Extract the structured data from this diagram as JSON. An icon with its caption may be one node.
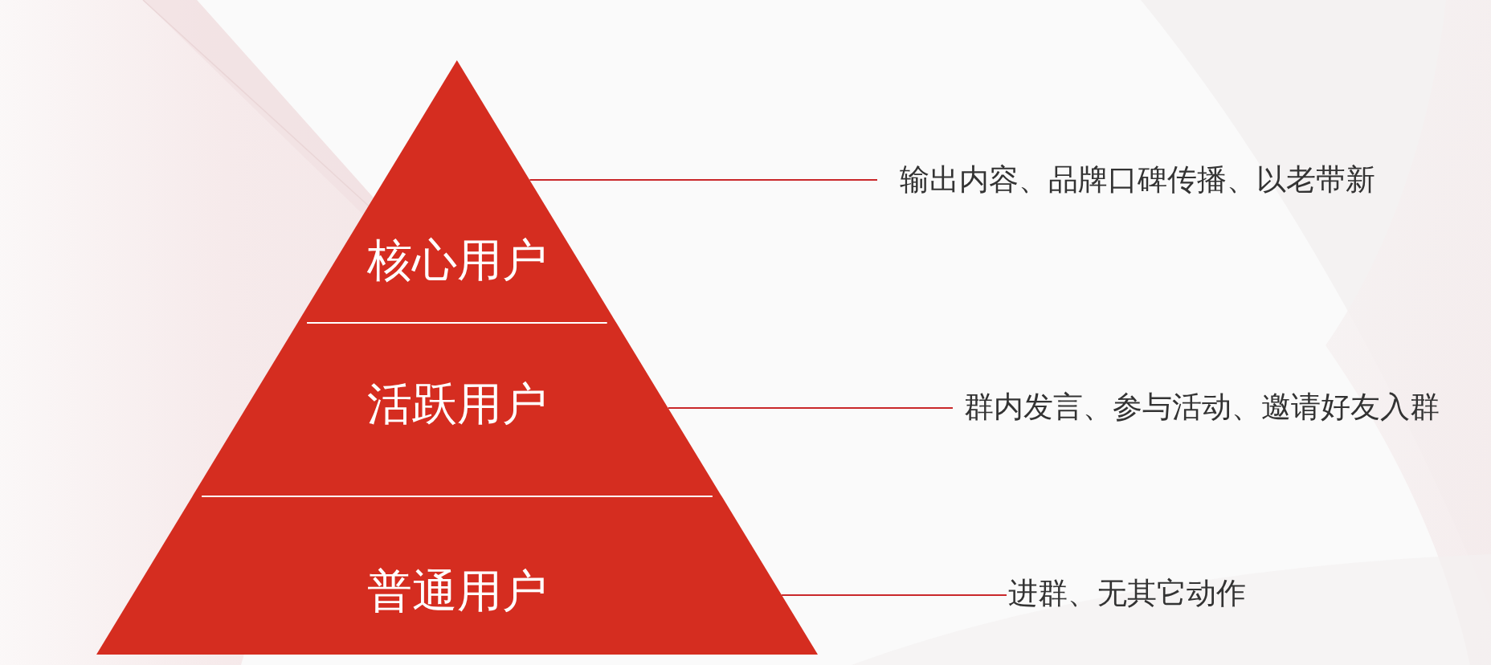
{
  "diagram": {
    "nodes": [
      {
        "text": [
          "核心用户"
        ]
      },
      {
        "text": [
          "活跃用户"
        ]
      },
      {
        "text": [
          "普通用户"
        ]
      },
      {
        "text": [
          "输出内容、品牌口碑传播、以老带新"
        ]
      },
      {
        "text": [
          "群内发言、参与活动、邀请好友入群"
        ]
      },
      {
        "text": [
          "进群、无其它动作"
        ]
      }
    ],
    "edges": [
      {
        "from": 0,
        "to": 3,
        "arrow": "none"
      },
      {
        "from": 1,
        "to": 4,
        "arrow": "none"
      },
      {
        "from": 2,
        "to": 5,
        "arrow": "none"
      }
    ]
  }
}
